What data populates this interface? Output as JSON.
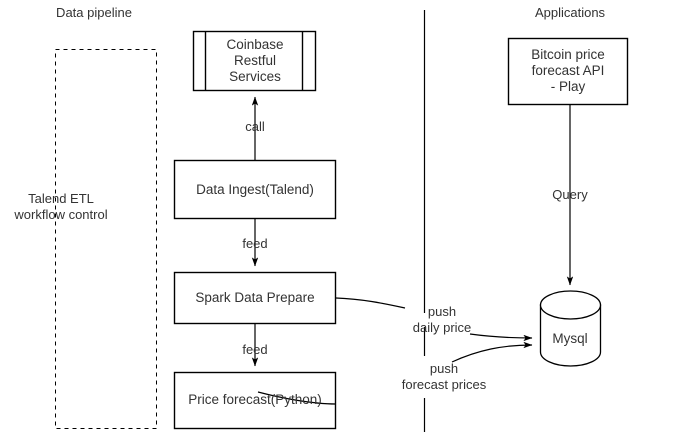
{
  "diagram": {
    "title": "Data pipeline architecture",
    "stroke_color": "#000000",
    "text_color": "#333333",
    "background": "#ffffff"
  },
  "sections": [
    {
      "id": "data-pipeline",
      "label": "Data pipeline"
    },
    {
      "id": "applications",
      "label": "Applications"
    }
  ],
  "groups": [
    {
      "id": "talend-etl",
      "label": "Talend ETL\nworkflow control",
      "style": "dashed"
    }
  ],
  "nodes": [
    {
      "id": "coinbase-restful-services",
      "label": "Coinbase\nRestful\nServices",
      "shape": "component"
    },
    {
      "id": "data-ingest-talend",
      "label": "Data Ingest(Talend)",
      "shape": "rectangle"
    },
    {
      "id": "spark-data-prepare",
      "label": "Spark Data Prepare",
      "shape": "rectangle"
    },
    {
      "id": "price-forecast-python",
      "label": "Price forecast(Python)",
      "shape": "rectangle"
    },
    {
      "id": "bitcoin-price-forecast-api",
      "label": "Bitcoin price\nforecast API\n- Play",
      "shape": "rectangle"
    },
    {
      "id": "mysql",
      "label": "Mysql",
      "shape": "cylinder"
    }
  ],
  "edges": [
    {
      "id": "ingest-to-coinbase",
      "label": "call",
      "from": "data-ingest-talend",
      "to": "coinbase-restful-services"
    },
    {
      "id": "ingest-to-spark",
      "label": "feed",
      "from": "data-ingest-talend",
      "to": "spark-data-prepare"
    },
    {
      "id": "spark-to-forecast",
      "label": "feed",
      "from": "spark-data-prepare",
      "to": "price-forecast-python"
    },
    {
      "id": "spark-to-mysql",
      "label": "push\ndaily price",
      "from": "spark-data-prepare",
      "to": "mysql"
    },
    {
      "id": "forecast-to-mysql",
      "label": "push\nforecast prices",
      "from": "price-forecast-python",
      "to": "mysql"
    },
    {
      "id": "api-to-mysql",
      "label": "Query",
      "from": "bitcoin-price-forecast-api",
      "to": "mysql"
    }
  ]
}
